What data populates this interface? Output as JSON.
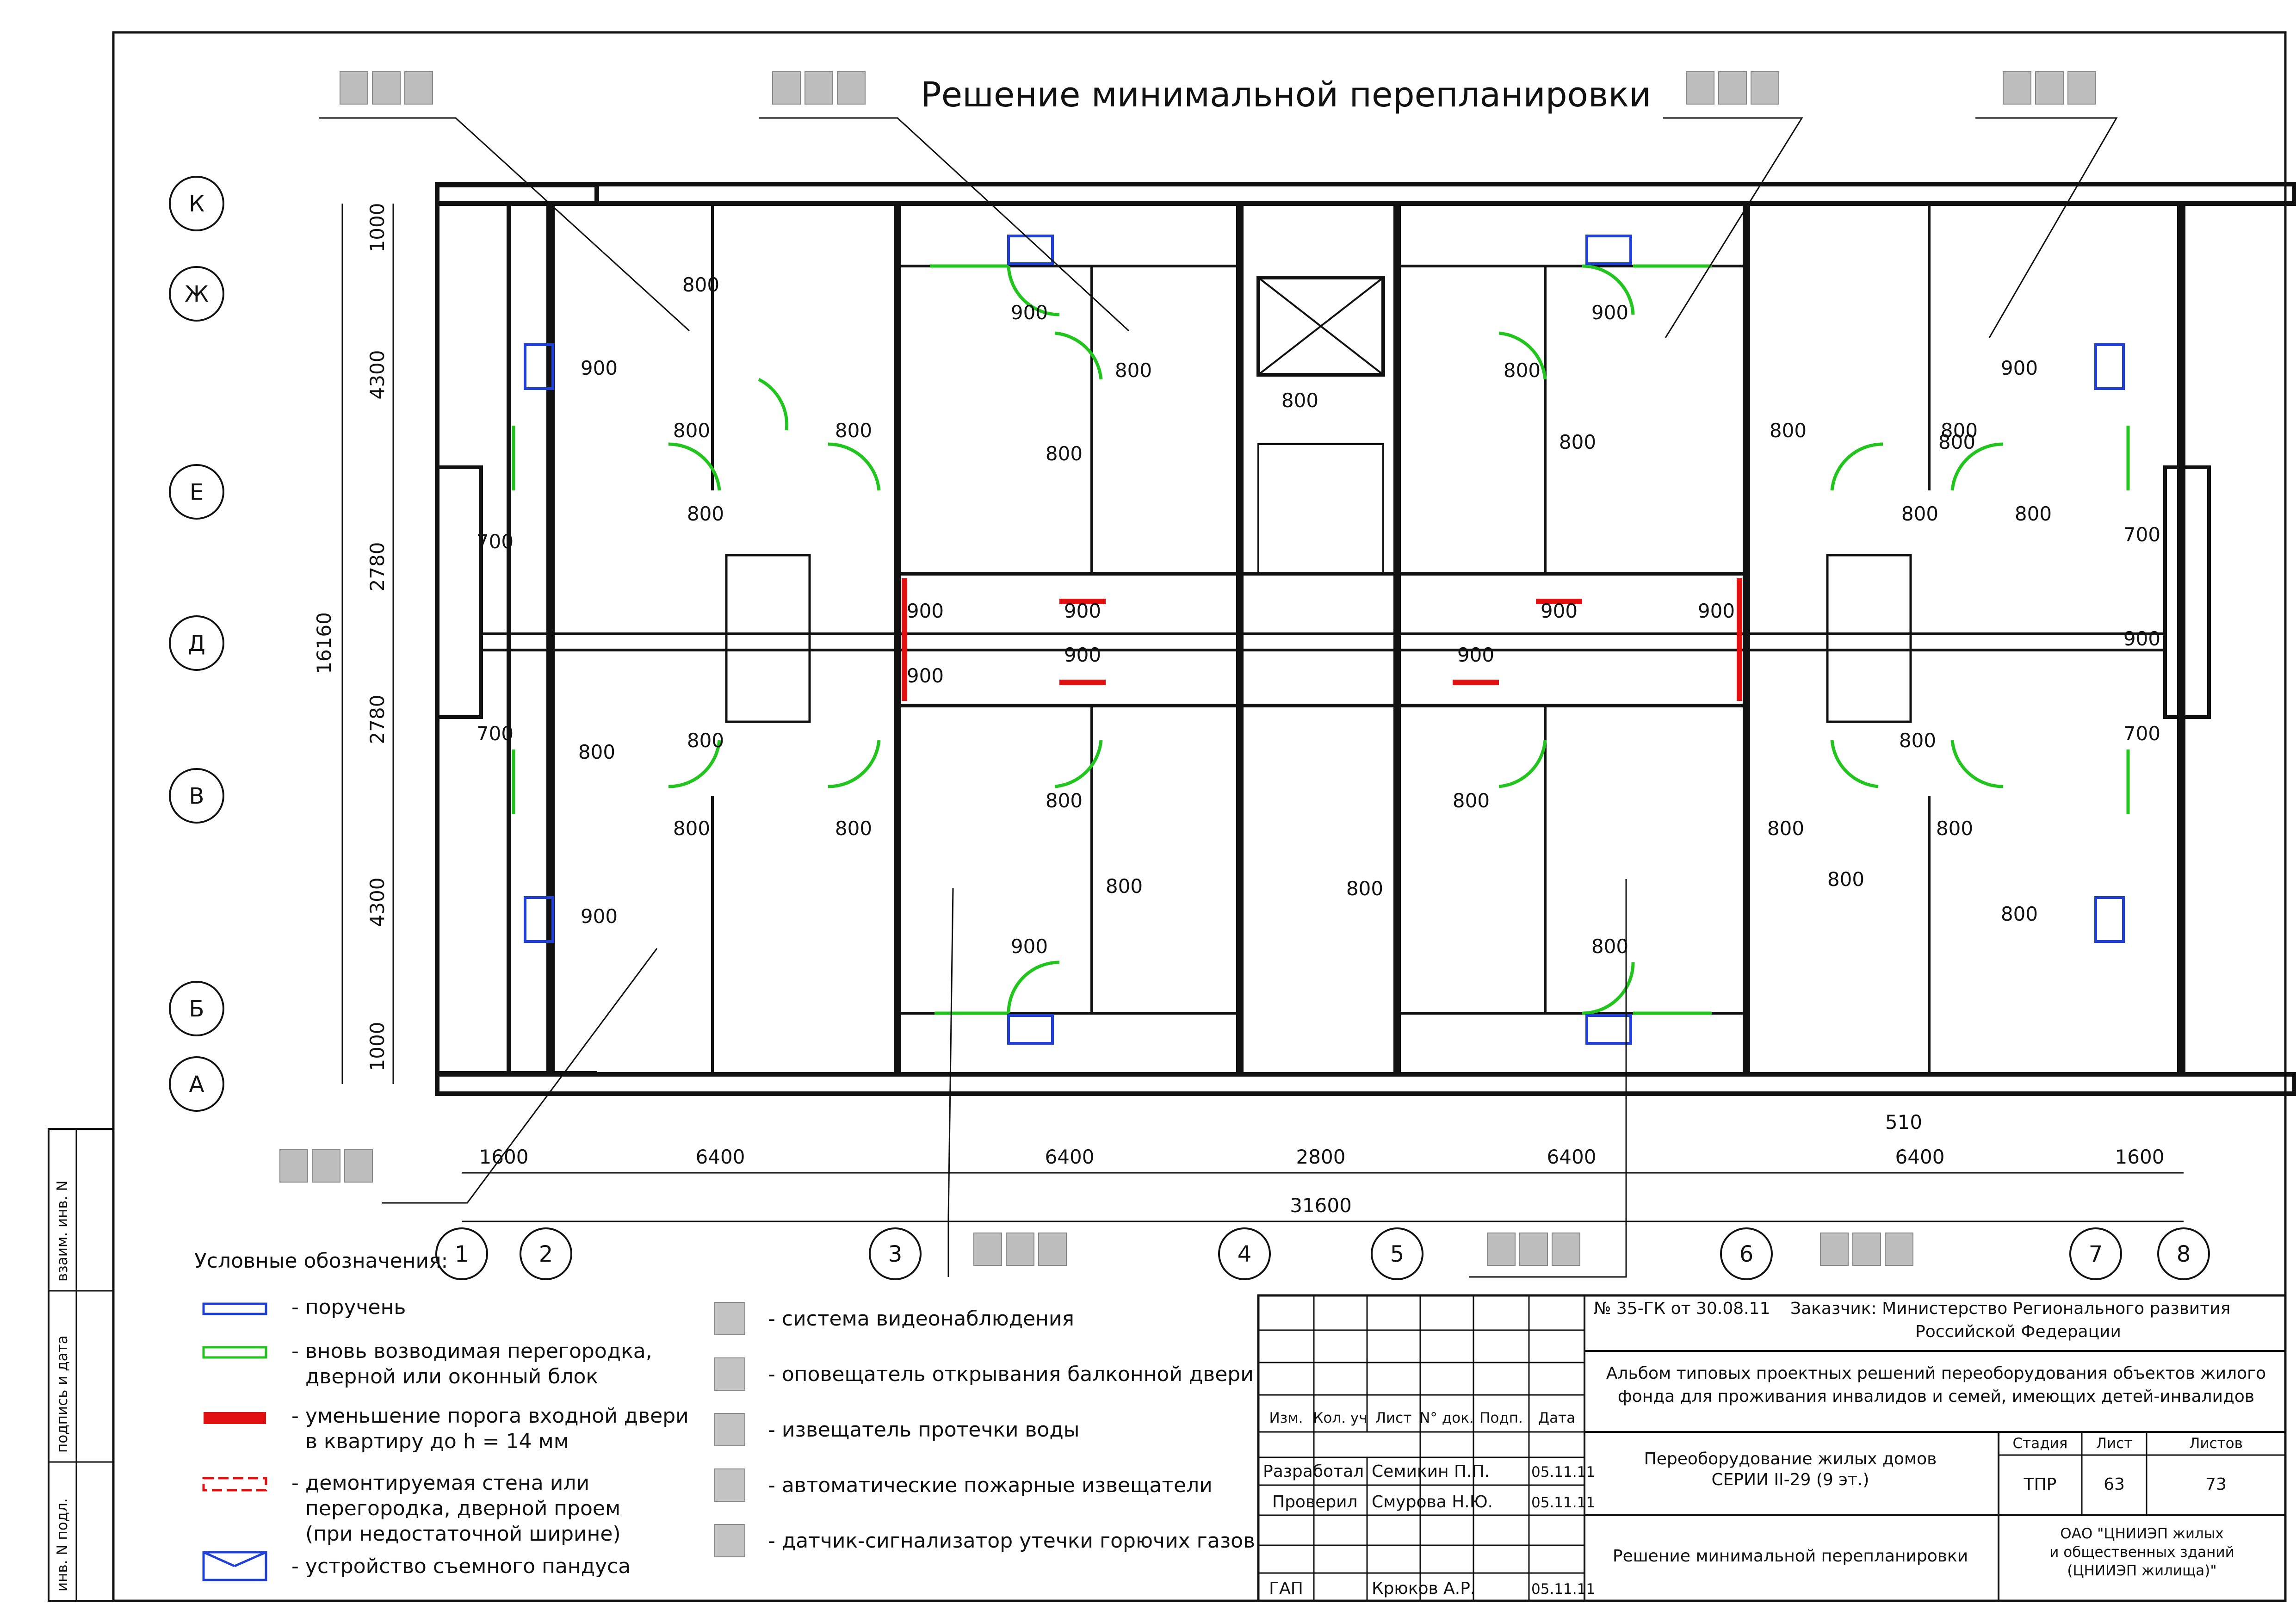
{
  "drawing": {
    "title": "Решение минимальной  перепланировки",
    "axes_letters": [
      "К",
      "Ж",
      "Е",
      "Д",
      "В",
      "Б",
      "А"
    ],
    "axes_numbers": [
      "1",
      "2",
      "3",
      "4",
      "5",
      "6",
      "7",
      "8"
    ],
    "dims_bottom": [
      "1600",
      "6400",
      "6400",
      "2800",
      "6400",
      "6400",
      "1600"
    ],
    "dim_total_bottom": "31600",
    "dims_left": [
      "1000",
      "4300",
      "2780",
      "2780",
      "4300",
      "1000"
    ],
    "dim_total_left": "16160",
    "door_labels": [
      "900",
      "800",
      "800",
      "800",
      "800",
      "700",
      "800",
      "900",
      "800",
      "800",
      "800",
      "800",
      "900",
      "900",
      "900",
      "800",
      "900",
      "900",
      "800",
      "900",
      "900",
      "800",
      "800",
      "800",
      "800",
      "800",
      "800",
      "800",
      "700",
      "700",
      "800",
      "800",
      "800",
      "800",
      "800",
      "700",
      "800",
      "900",
      "900",
      "800",
      "900",
      "900",
      "800",
      "800",
      "800",
      "900",
      "510"
    ]
  },
  "side_stamp": {
    "items": [
      "взаим. инв. N",
      "подпись и дата",
      "инв. N подл."
    ]
  },
  "legend": {
    "heading": "Условные обозначения:",
    "items": [
      {
        "text": [
          "- поручень"
        ],
        "color": "#1f3fd6"
      },
      {
        "text": [
          "- вновь возводимая перегородка,",
          "дверной или оконный блок"
        ],
        "color": "#22c51e"
      },
      {
        "text": [
          "- уменьшение порога входной двери",
          "в квартиру до h = 14 мм"
        ],
        "color": "#e01010"
      },
      {
        "text": [
          "- демонтируемая стена или",
          "перегородка, дверной проем",
          "(при недостаточной ширине)"
        ],
        "color": "#e01010"
      },
      {
        "text": [
          "- устройство съемного пандуса"
        ],
        "color": "#1f3fd6"
      }
    ],
    "icon_items": [
      {
        "icon": "camera-icon",
        "text": "- система видеонаблюдения"
      },
      {
        "icon": "bell-icon",
        "text": "- оповещатель открывания балконной двери"
      },
      {
        "icon": "water-leak-icon",
        "text": "- извещатель протечки воды"
      },
      {
        "icon": "fire-detector-icon",
        "text": "- автоматические пожарные извещатели"
      },
      {
        "icon": "gas-sensor-icon",
        "text": "- датчик-сигнализатор утечки горючих газов"
      }
    ]
  },
  "title_block": {
    "contract": "№ 35-ГК от 30.08.11",
    "customer_line1": "Заказчик: Министерство Регионального развития",
    "customer_line2": "Российской Федерации",
    "album_line1": "Альбом типовых проектных решений переоборудования объектов жилого",
    "album_line2": "фонда для проживания инвалидов и семей, имеющих детей-инвалидов",
    "project_line1": "Переоборудование жилых домов",
    "project_line2": "СЕРИИ II-29 (9 эт.)",
    "sheet_title": "Решение минимальной перепланировки",
    "org_line1": "ОАО \"ЦНИИЭП жилых",
    "org_line2": "и общественных зданий",
    "org_line3": "(ЦНИИЭП жилища)\"",
    "headers": [
      "Изм.",
      "Кол. уч",
      "Лист",
      "N° док.",
      "Подп.",
      "Дата"
    ],
    "rows": [
      {
        "role": "Разработал",
        "name": "Семикин П.П.",
        "date": "05.11.11"
      },
      {
        "role": "Проверил",
        "name": "Смурова Н.Ю.",
        "date": "05.11.11"
      },
      {
        "role": "ГАП",
        "name": "Крюков А.Р.",
        "date": "05.11.11"
      }
    ],
    "stage_label": "Стадия",
    "sheet_label": "Лист",
    "sheets_label": "Листов",
    "stage": "ТПР",
    "sheet": "63",
    "sheets": "73"
  },
  "colors": {
    "new_partition": "#22c51e",
    "threshold": "#e01010",
    "handrail": "#1f3fd6",
    "line": "#111111"
  }
}
